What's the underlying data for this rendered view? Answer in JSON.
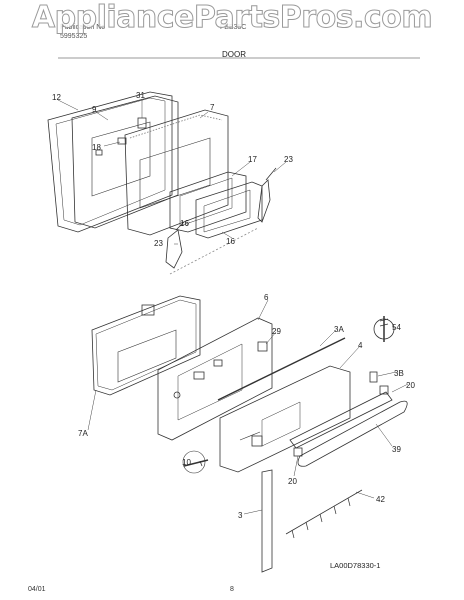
{
  "watermark": "AppliancePartsPros.com",
  "header": {
    "left_line1": "Publication No",
    "left_line2": "5995325",
    "center_model": "FEB35C",
    "section": "DOOR"
  },
  "callouts": [
    "12",
    "9",
    "31",
    "7",
    "18",
    "17",
    "23",
    "16",
    "23",
    "16",
    "6",
    "29",
    "54",
    "3A",
    "4",
    "3B",
    "20",
    "7A",
    "10",
    "20",
    "39",
    "42",
    "3"
  ],
  "diagram_code": "LA00D78330-1",
  "footer": {
    "date": "04/01",
    "page": "8"
  },
  "colors": {
    "line": "#333333",
    "dotted": "#8a8a8a",
    "watermark_stroke": "#9a9a9a"
  }
}
